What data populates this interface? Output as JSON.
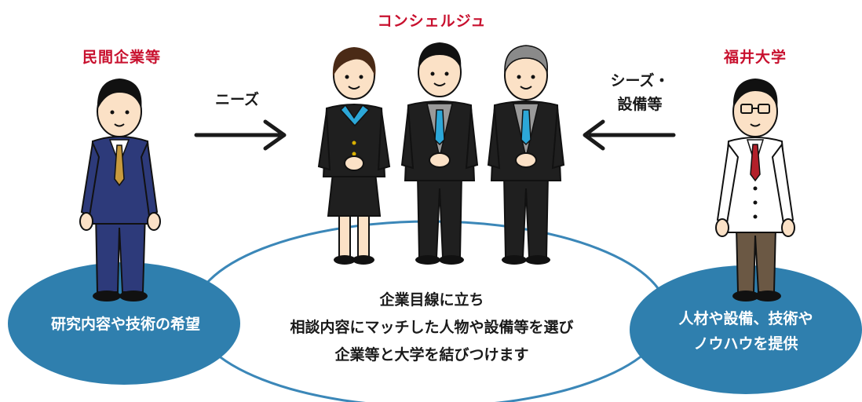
{
  "concierge": {
    "title": "コンシェルジュ"
  },
  "companies": {
    "title": "民間企業等",
    "bubble_text": "研究内容や技術の希望"
  },
  "university": {
    "title": "福井大学",
    "bubble_lines": [
      "人材や設備、技術や",
      "ノウハウを提供"
    ]
  },
  "arrows": {
    "left_label": "ニーズ",
    "right_label_lines": [
      "シーズ・",
      "設備等"
    ]
  },
  "center_message": {
    "lines": [
      "企業目線に立ち",
      "相談内容にマッチした人物や設備等を選び",
      "企業等と大学を結びつけます"
    ]
  },
  "colors": {
    "title_red": "#c8102e",
    "ellipse_blue": "#2f7fae",
    "ellipse_stroke": "#3b87b8",
    "suit_navy": "#2d3a7a",
    "suit_black": "#1f1f1f"
  }
}
